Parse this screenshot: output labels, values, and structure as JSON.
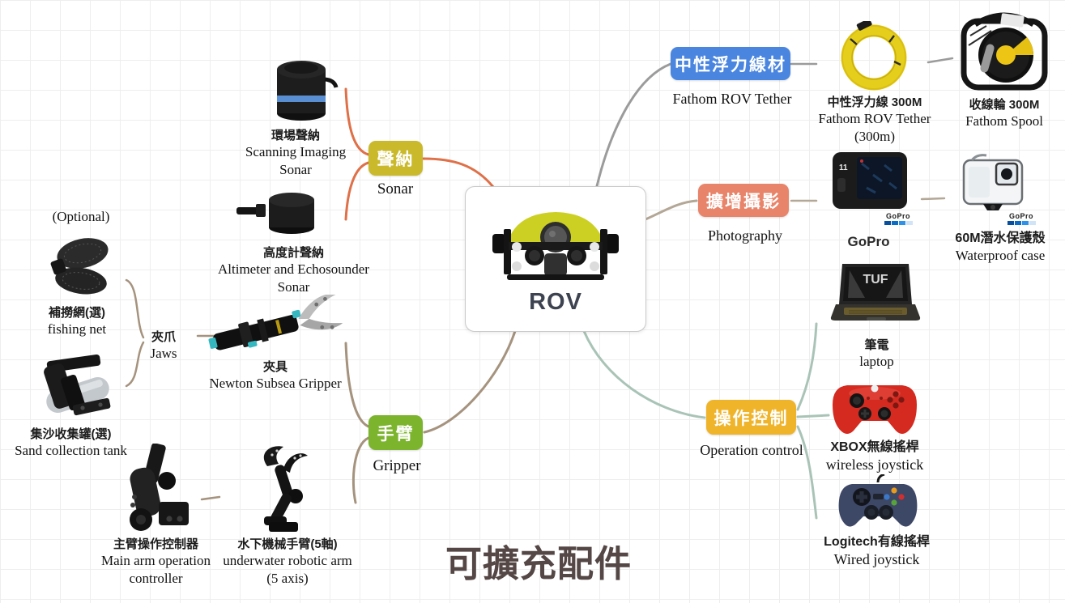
{
  "title": "可擴充配件",
  "center": {
    "label": "ROV"
  },
  "branches": {
    "sonar": {
      "zh": "聲納",
      "en": "Sonar"
    },
    "tether": {
      "zh": "中性浮力線材",
      "en": "Fathom ROV Tether"
    },
    "photo": {
      "zh": "擴增攝影",
      "en": "Photography"
    },
    "control": {
      "zh": "操作控制",
      "en": "Operation control"
    },
    "gripper": {
      "zh": "手臂",
      "en": "Gripper"
    }
  },
  "items": {
    "scanning_sonar": {
      "zh": "環場聲納",
      "en1": "Scanning Imaging",
      "en2": "Sonar"
    },
    "altimeter_sonar": {
      "zh": "高度計聲納",
      "en1": "Altimeter and Echosounder",
      "en2": "Sonar"
    },
    "optional_note": "(Optional)",
    "fishing_net": {
      "zh": "補撈網(選)",
      "en1": "fishing net"
    },
    "sand_tank": {
      "zh": "集沙收集罐(選)",
      "en1": "Sand collection tank"
    },
    "jaws": {
      "zh": "夾爪",
      "en1": "Jaws"
    },
    "newton_gripper": {
      "zh": "夾具",
      "en1": "Newton Subsea Gripper"
    },
    "main_arm_controller": {
      "zh": "主臂操作控制器",
      "en1": "Main arm operation",
      "en2": "controller"
    },
    "robotic_arm": {
      "zh": "水下機械手臂(5軸)",
      "en1": "underwater robotic arm",
      "en2": "(5 axis)"
    },
    "tether_coil": {
      "zh": "中性浮力線 300M",
      "en1": "Fathom ROV Tether",
      "en2": "(300m)"
    },
    "spool": {
      "zh": "收線輪 300M",
      "en1": "Fathom Spool"
    },
    "gopro": {
      "en1": "GoPro"
    },
    "waterproof_case": {
      "zh": "60M潛水保護殼",
      "en1": "Waterproof case"
    },
    "laptop": {
      "zh": "筆電",
      "en1": "laptop"
    },
    "xbox": {
      "zh": "XBOX無線搖桿",
      "en1": "wireless joystick"
    },
    "logitech": {
      "zh": "Logitech有線搖桿",
      "en1": "Wired joystick"
    }
  },
  "decor": {
    "gopro_logo": "GoPro",
    "laptop_screen": "TUF",
    "gopro_screen_badge": "11"
  },
  "colors": {
    "sonar_label": "#c9b92b",
    "gripper_label": "#7cb42e",
    "tether_label": "#4a86e0",
    "photo_label": "#e8846a",
    "control_label": "#f0b42a",
    "sonar_line": "#df7048",
    "tether_line": "#9b9b9b",
    "photo_line": "#b3a796",
    "gripper_line": "#a5937e",
    "control_line": "#a9c4b7",
    "title_text": "#544745",
    "rov_text": "#3d4350"
  }
}
